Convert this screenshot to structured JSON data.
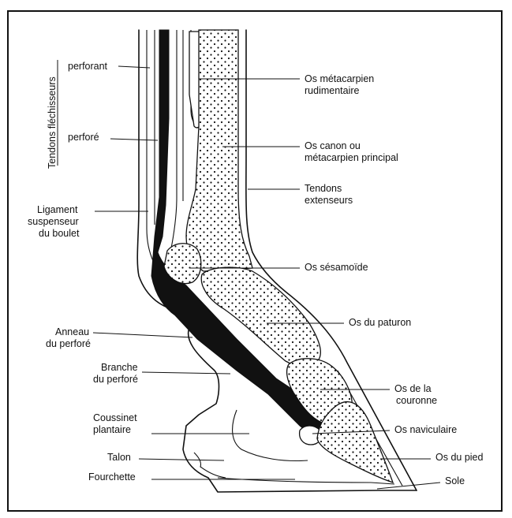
{
  "labels": {
    "group_flexor": "Tendons fléchisseurs",
    "perforant": "perforant",
    "perfore": "perforé",
    "ligament_l1": "Ligament",
    "ligament_l2": "suspenseur",
    "ligament_l3": "du boulet",
    "anneau_l1": "Anneau",
    "anneau_l2": "du perforé",
    "branche_l1": "Branche",
    "branche_l2": "du perforé",
    "coussinet_l1": "Coussinet",
    "coussinet_l2": "plantaire",
    "talon": "Talon",
    "fourchette": "Fourchette",
    "metacarpien_rud_l1": "Os métacarpien",
    "metacarpien_rud_l2": "rudimentaire",
    "canon_l1": "Os canon ou",
    "canon_l2": "métacarpien principal",
    "extenseurs_l1": "Tendons",
    "extenseurs_l2": "extenseurs",
    "sesamoide": "Os sésamoïde",
    "paturon": "Os du paturon",
    "couronne_l1": "Os de la",
    "couronne_l2": "couronne",
    "naviculaire": "Os naviculaire",
    "pied": "Os du pied",
    "sole": "Sole"
  }
}
